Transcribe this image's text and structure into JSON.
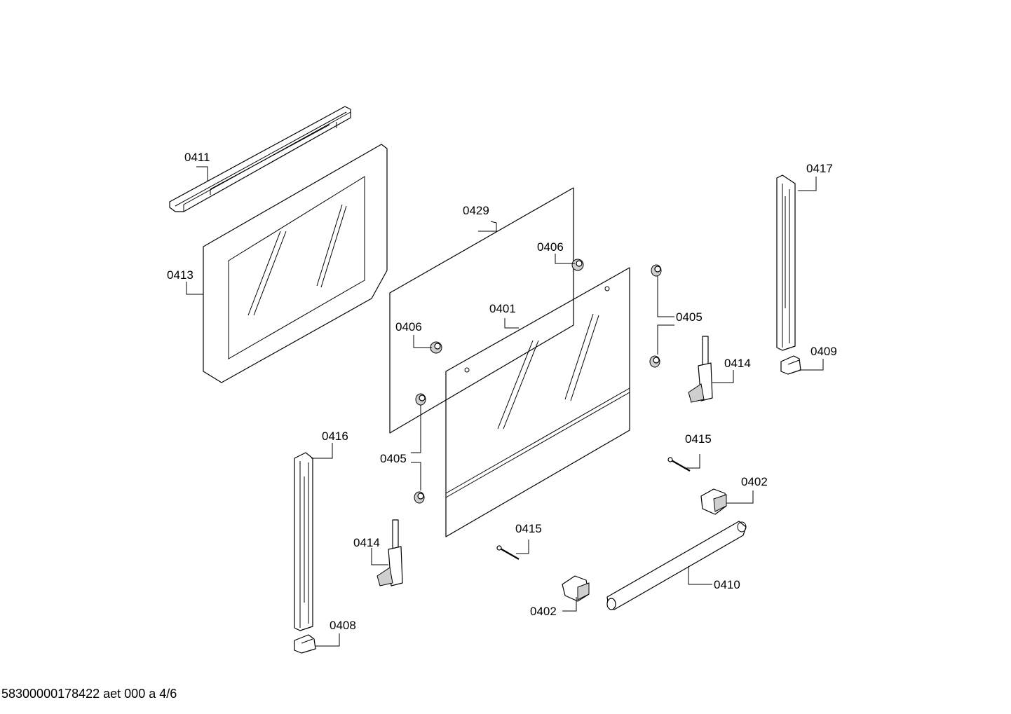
{
  "footer": {
    "doc_ref": "58300000178422 aet 000 a 4/6"
  },
  "labels": {
    "p0411": "0411",
    "p0413": "0413",
    "p0429": "0429",
    "p0406a": "0406",
    "p0406b": "0406",
    "p0401": "0401",
    "p0405a": "0405",
    "p0405b": "0405",
    "p0417": "0417",
    "p0409": "0409",
    "p0414a": "0414",
    "p0414b": "0414",
    "p0416": "0416",
    "p0415a": "0415",
    "p0415b": "0415",
    "p0402a": "0402",
    "p0402b": "0402",
    "p0410": "0410",
    "p0408": "0408"
  }
}
